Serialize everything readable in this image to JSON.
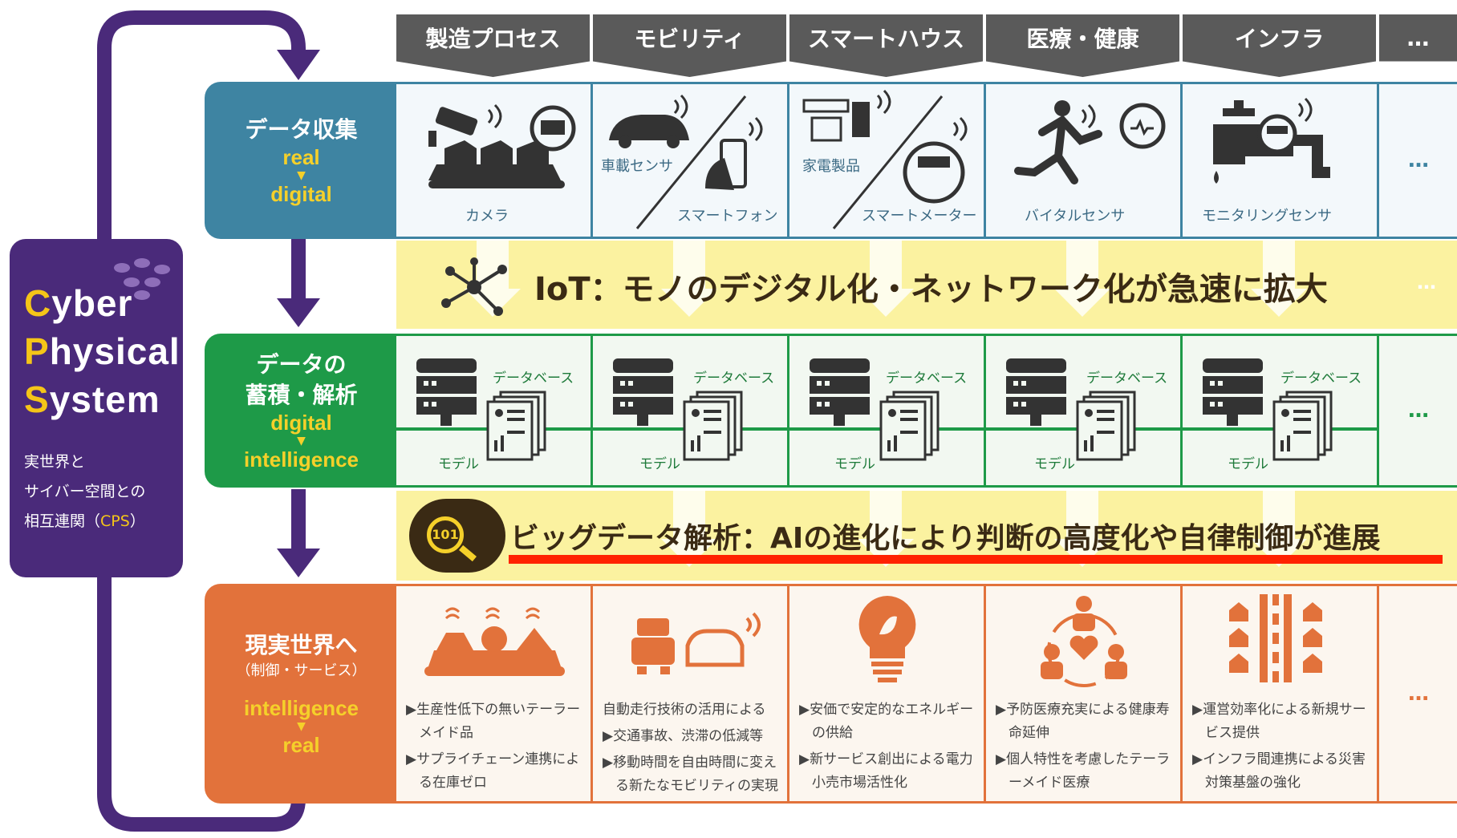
{
  "categories": [
    "製造プロセス",
    "モビリティ",
    "スマートハウス",
    "医療・健康",
    "インフラ",
    "…"
  ],
  "cps": {
    "title_lines": [
      {
        "initial": "C",
        "rest": "yber"
      },
      {
        "initial": "P",
        "rest": "hysical"
      },
      {
        "initial": "S",
        "rest": "ystem"
      }
    ],
    "desc_lines": [
      "実世界と",
      "サイバー空間との"
    ],
    "desc_last": "相互連関（",
    "desc_abbr": "CPS",
    "desc_close": "）"
  },
  "stages": {
    "collect": {
      "name": "データ収集",
      "from": "real",
      "to": "digital",
      "color": "#3e84a2"
    },
    "analyze": {
      "name1": "データの",
      "name2": "蓄積・解析",
      "from": "digital",
      "to": "intelligence",
      "color": "#1e9a48"
    },
    "real": {
      "name": "現実世界へ",
      "sub": "（制御・サービス）",
      "from": "intelligence",
      "to": "real",
      "color": "#e2723b"
    }
  },
  "arrow_glyph": "▼",
  "more": "…",
  "sensors": {
    "camera": "カメラ",
    "car_sensor": "車載センサ",
    "smartphone": "スマートフォン",
    "appliance": "家電製品",
    "smartmeter": "スマートメーター",
    "vital": "バイタルセンサ",
    "monitoring": "モニタリングセンサ"
  },
  "db_label": "データベース",
  "model_label": "モデル",
  "iot_band": "IoT：モノのデジタル化・ネットワーク化が急速に拡大",
  "ai_band": "ビッグデータ解析：AIの進化により判断の高度化や自律制御が進展",
  "binary_text": "101",
  "outcomes": [
    [
      "▶生産性低下の無いテーラーメイド品",
      "▶サプライチェーン連携による在庫ゼロ"
    ],
    [
      "自動走行技術の活用による",
      "▶交通事故、渋滞の低減等",
      "▶移動時間を自由時間に変える新たなモビリティの実現"
    ],
    [
      "▶安価で安定的なエネルギーの供給",
      "▶新サービス創出による電力小売市場活性化"
    ],
    [
      "▶予防医療充実による健康寿命延伸",
      "▶個人特性を考慮したテーラーメイド医療"
    ],
    [
      "▶運営効率化による新規サービス提供",
      "▶インフラ間連携による災害対策基盤の強化"
    ]
  ],
  "colors": {
    "purple": "#4a2a7a",
    "blue": "#3e84a2",
    "green": "#1e9a48",
    "orange": "#e2723b",
    "yellow_band": "#fbf2a0",
    "header": "#5a5a5a",
    "red_line": "#ff2200"
  }
}
